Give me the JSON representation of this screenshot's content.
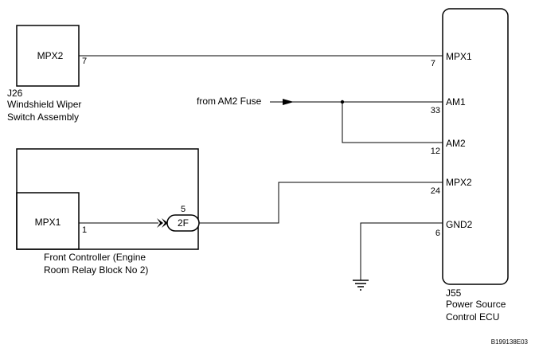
{
  "j26": {
    "code": "J26",
    "name_line1": "Windshield Wiper",
    "name_line2": "Switch Assembly",
    "terminal": "MPX2",
    "pin": "7"
  },
  "front_controller": {
    "name_line1": "Front Controller (Engine",
    "name_line2": "Room Relay Block No  2)",
    "terminal": "MPX1",
    "pin": "1"
  },
  "connector": {
    "label": "2F",
    "pin": "5"
  },
  "fuse": {
    "label": "from AM2 Fuse"
  },
  "j55": {
    "code": "J55",
    "name_line1": "Power Source",
    "name_line2": "Control ECU",
    "terminals": [
      {
        "name": "MPX1",
        "pin": "7"
      },
      {
        "name": "AM1",
        "pin": "33"
      },
      {
        "name": "AM2",
        "pin": "12"
      },
      {
        "name": "MPX2",
        "pin": "24"
      },
      {
        "name": "GND2",
        "pin": "6"
      }
    ]
  },
  "figure_code": "B199138E03"
}
